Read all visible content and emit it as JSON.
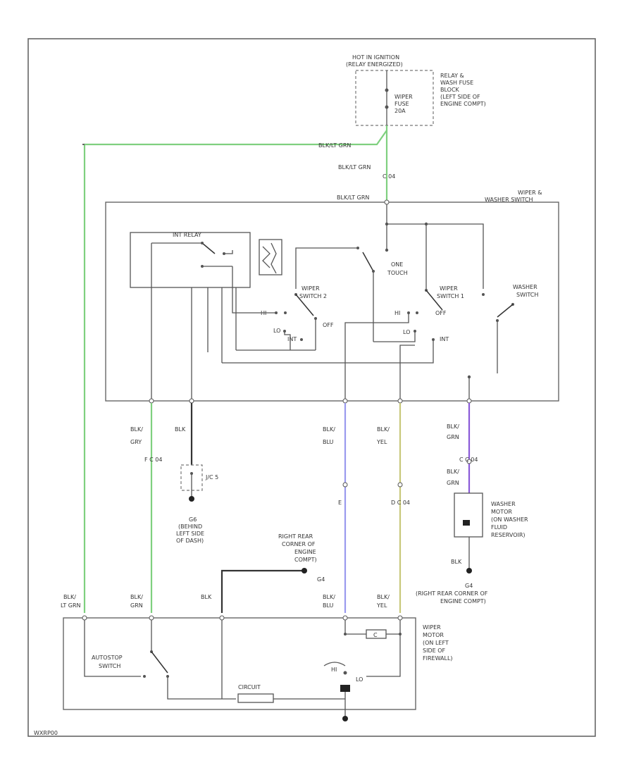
{
  "colors": {
    "lt_green": "#7fd07f",
    "blue": "#9a9aee",
    "yellow": "#c8c87a",
    "violet": "#8a5ad8",
    "black": "#333333",
    "outline": "#666666"
  },
  "labels": {
    "hot": "HOT IN IGNITION",
    "hot2": "(RELAY ENERGIZED)",
    "wiper_fuse": [
      "WIPER",
      "FUSE",
      "20A"
    ],
    "relay_block": [
      "RELAY &",
      "WASH FUSE",
      "BLOCK",
      "(LEFT SIDE OF",
      "ENGINE COMPT)"
    ],
    "blk_lt_grn_top": "BLK/LT GRN",
    "blk_lt_grn_mid": "BLK/LT GRN",
    "c_04_top": "C 04",
    "blk_lt_grn_switch": "BLK/LT GRN",
    "wiper_washer_switch": [
      "WIPER &",
      "WASHER SWITCH"
    ],
    "int_relay": "INT RELAY",
    "one_touch": [
      "ONE",
      "TOUCH"
    ],
    "wiper_switch_2": [
      "WIPER",
      "SWITCH 2"
    ],
    "wiper_switch_1": [
      "WIPER",
      "SWITCH 1"
    ],
    "washer_switch": [
      "WASHER",
      "SWITCH"
    ],
    "hi_left": "HI",
    "lo_left": "LO",
    "int_left": "INT",
    "off_left": "OFF",
    "hi_right": "HI",
    "lo_right": "LO",
    "int_right": "INT",
    "off_right": "OFF",
    "blk_gry": [
      "BLK/",
      "GRY"
    ],
    "blk_single": "BLK",
    "c04_f": "F  C 04",
    "jc": "J/C 5",
    "g6": [
      "G6",
      "(BEHIND",
      "LEFT SIDE",
      "OF DASH)"
    ],
    "blk_blu": [
      "BLK/",
      "BLU"
    ],
    "blk_yel": [
      "BLK/",
      "YEL"
    ],
    "blk_grn": [
      "BLK/",
      "GRN"
    ],
    "c04_c": "C    C 04",
    "blk_grn2": [
      "BLK/",
      "GRN"
    ],
    "e_label": "E",
    "d_c04": "D    C 04",
    "washer_motor": [
      "WASHER",
      "MOTOR",
      "(ON WASHER",
      "FLUID",
      "RESERVOIR)"
    ],
    "blk_g4": "BLK",
    "g4": [
      "G4",
      "(RIGHT REAR CORNER OF",
      "ENGINE COMPT)"
    ],
    "right_rear": [
      "RIGHT REAR",
      "CORNER OF",
      "ENGINE",
      "COMPT)"
    ],
    "g4b": "G4",
    "blk_lt_grn_bottom": [
      "BLK/",
      "LT GRN"
    ],
    "blk_grn_bottom": [
      "BLK/",
      "GRN"
    ],
    "blk_bottom": "BLK",
    "blk_blu_bottom": [
      "BLK/",
      "BLU"
    ],
    "blk_yel_bottom": [
      "BLK/",
      "YEL"
    ],
    "wiper_motor": [
      "WIPER",
      "MOTOR",
      "(ON LEFT",
      "SIDE OF",
      "FIREWALL)"
    ],
    "autostop": [
      "AUTOSTOP",
      "SWITCH"
    ],
    "circuit_breaker": "CIRCUIT",
    "hi_motor": "HI",
    "lo_motor": "LO",
    "c_motor": "C",
    "footer": "WXRP00"
  }
}
